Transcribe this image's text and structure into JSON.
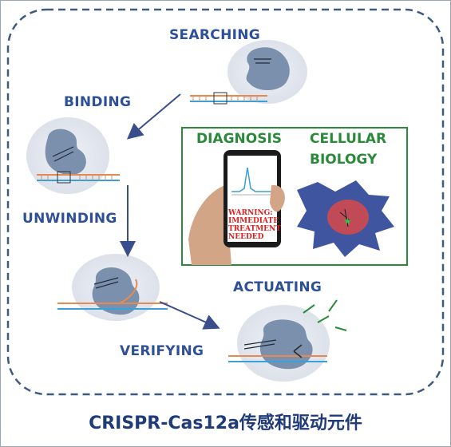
{
  "stages": {
    "searching": "SEARCHING",
    "binding": "BINDING",
    "unwinding": "UNWINDING",
    "verifying": "VERIFYING",
    "actuating": "ACTUATING"
  },
  "panel": {
    "diagnosis": "DIAGNOSIS",
    "cellular": "CELLULAR",
    "biology": "BIOLOGY",
    "phone_warning": "WARNING:\nIMMEDIATE\nTREATMENT\nNEEDED"
  },
  "caption": "CRISPR-Cas12a传感和驱动元件",
  "colors": {
    "label_blue": "#2e4f9a",
    "panel_green": "#2a8a3a",
    "protein": "#7b90ad",
    "dna_orange": "#e58a53",
    "dna_blue": "#3aa0d8",
    "warning_red": "#e02020"
  }
}
